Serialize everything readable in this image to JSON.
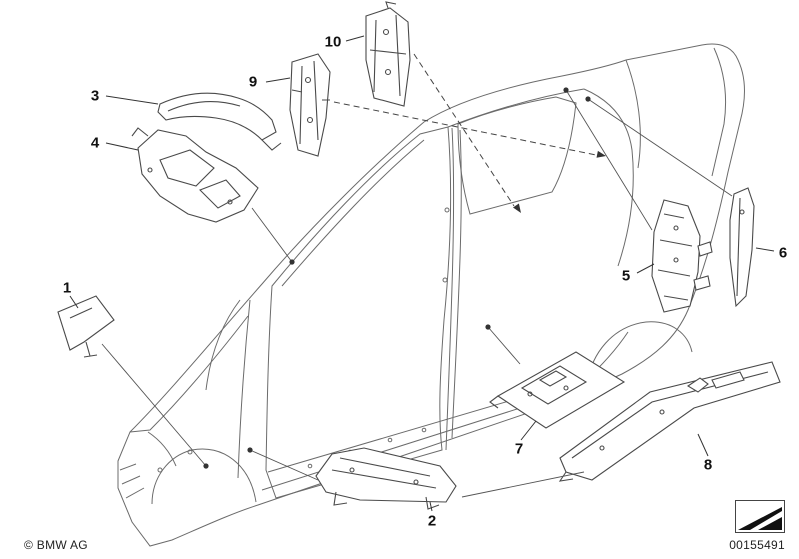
{
  "footer": {
    "copyright": "© BMW AG",
    "document_number": "00155491",
    "flag_icon": "black-corner-flag"
  },
  "callouts": [
    "1",
    "2",
    "3",
    "4",
    "5",
    "6",
    "7",
    "8",
    "9",
    "10"
  ],
  "colors": {
    "background": "#ffffff",
    "body_line": "#6b6b6b",
    "part_line": "#4a4a4a",
    "text": "#1a1a1a"
  }
}
